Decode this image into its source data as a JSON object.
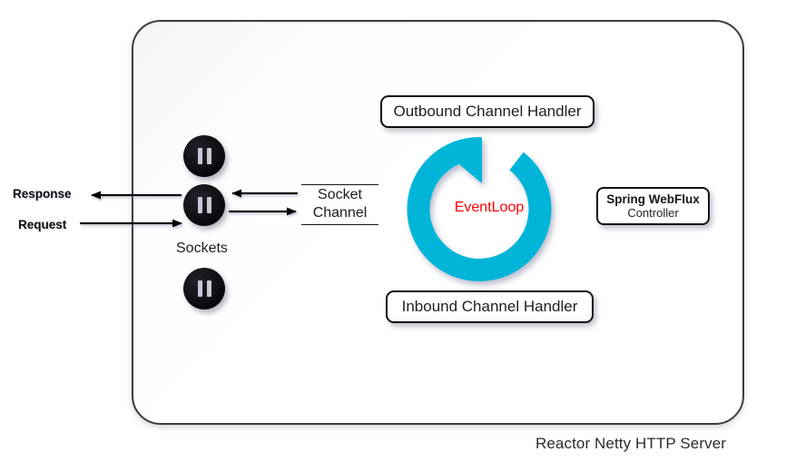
{
  "diagram": {
    "title": "Reactor Netty HTTP Server",
    "container_label": "Reactor Netty HTTP Server",
    "colors": {
      "eventloop_ring": "#00b5d8",
      "eventloop_text": "#ff0000",
      "container_border": "#3b3b42",
      "box_border": "#111118",
      "socket_fill": "#000000",
      "socket_bars": "#c8c8d4",
      "arrow": "#000000",
      "background": "#ffffff"
    },
    "flows": [
      {
        "label": "Response",
        "direction": "left"
      },
      {
        "label": "Request",
        "direction": "right"
      }
    ],
    "sockets": {
      "group_label": "Sockets",
      "count": 3,
      "icon": "pause-bars"
    },
    "socket_channel": {
      "line1": "Socket",
      "line2": "Channel"
    },
    "handlers": {
      "outbound": "Outbound Channel Handler",
      "inbound": "Inbound Channel Handler"
    },
    "eventloop": {
      "label": "EventLoop",
      "icon": "circular-arrow-icon"
    },
    "webflux": {
      "title": "Spring WebFlux",
      "subtitle": "Controller"
    }
  }
}
